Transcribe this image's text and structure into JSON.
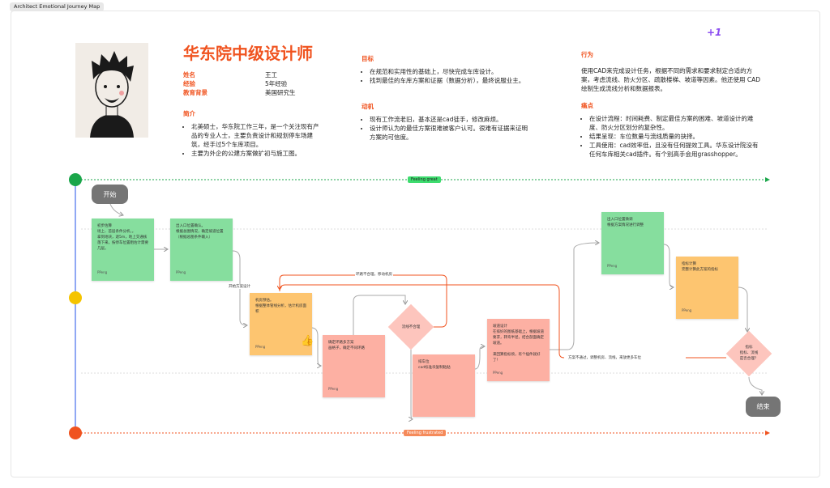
{
  "tab_title": "Architect Emotional Journey Map",
  "persona": {
    "title": "华东院中级设计师",
    "fields": [
      {
        "label": "姓名",
        "value": "王工"
      },
      {
        "label": "经验",
        "value": "5年经验"
      },
      {
        "label": "教育背景",
        "value": "美国研究生"
      }
    ],
    "intro_label": "简介",
    "intro": [
      "北美硕士，华东院工作三年，是一个关注现有产品的专业人士，主要负责设计和规划停车场建筑，经手过5个车库项目。",
      "主要为外企的公建方案做扩初与施工图。"
    ],
    "goals_label": "目标",
    "goals": [
      "在规范和实用性的基础上，尽快完成车库设计。",
      "找到最佳的车库方案和证据（数据分析），最终说服业主。"
    ],
    "motivation_label": "动机",
    "motivation": [
      "现有工作流老旧，基本还是cad徒手，修改麻烦。",
      "设计师认为的最佳方案很难被客户认可。很难有证据来证明方案的可信度。"
    ],
    "behavior_label": "行为",
    "behavior": "使用CAD来完成设计任务，根据不同的需求和要求制定合适的方案，考虑流线、防火分区、疏散楼梯、坡道等因素。他还使用 CAD 绘制生成流线分析和数据报表。",
    "pain_label": "痛点",
    "pain": [
      "在设计流程：时间耗费、制定最佳方案的困难、坡道设计的难度、防火分区划分的复杂性。",
      "结果呈现：车位数量与流线质量的抉择。",
      "工具使用：cad效率低，且没有任何提效工具。华东设计院没有任何车库相关cad插件。有个别高手会用grasshopper。"
    ],
    "reaction": "+1"
  },
  "journey": {
    "feeling_great": "Feeling great",
    "feeling_frustrated": "Feeling frustrated",
    "start": "开始",
    "end": "结束",
    "author": "PPeng",
    "notes": [
      {
        "text": "初步估算\n场上、首层条件分析。。\n拿到地块，退5m，地上交通核落下来，按停车位置粗估计需要几层。"
      },
      {
        "text": "出入口位置确认。\n根据总图情况，确定坡道位置（根据总图条件输入）"
      },
      {
        "text": "机房预估。\n根据整体管线分析，估计机房面积"
      },
      {
        "text": "确定环路多方案\n画格子，确定不同环路"
      },
      {
        "text": "排车位\ncad标准块复制粘贴"
      },
      {
        "text": "坡道设计\n在排好的图纸基础上，根据坡道要求，转弯半径，结合剖面确定坡道。\n\n来回算指标烦，有个插件就好了！"
      },
      {
        "text": "出入口位置微调\n根据方案情况进行调整"
      },
      {
        "text": "指标计算\n完整计算此方案的指标"
      }
    ],
    "decision1": "流线不合理",
    "decision2": "指标\n指标、流线\n是否合理？",
    "edge_labels": {
      "start_design": "开始方案设计",
      "loop_bad": "环路不合理，移动机房",
      "rework": "方案不通过，调整机房、流线，来放更多车位"
    }
  },
  "colors": {
    "accent": "#f0531f",
    "great": "#1aa64a",
    "neutral": "#f5c400",
    "frustrated": "#f0531f"
  }
}
